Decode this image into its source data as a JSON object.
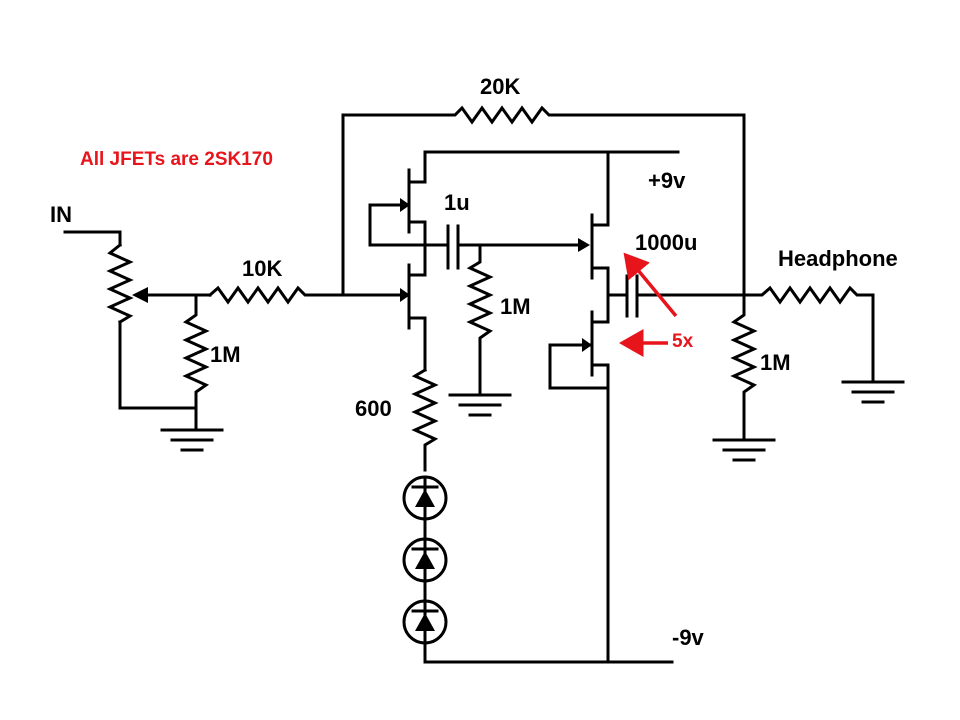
{
  "labels": {
    "input": "IN",
    "note": "All JFETs are 2SK170",
    "r_input": "10K",
    "r_feedback": "20K",
    "r_gate1": "1M",
    "r_gate2": "1M",
    "r_source": "600",
    "cap_coupling": "1u",
    "cap_output": "1000u",
    "multiplier": "5x",
    "r_output": "1M",
    "output": "Headphone",
    "v_pos": "+9v",
    "v_neg": "-9v"
  },
  "colors": {
    "wire": "#000000",
    "annotation": "#e8141c"
  }
}
